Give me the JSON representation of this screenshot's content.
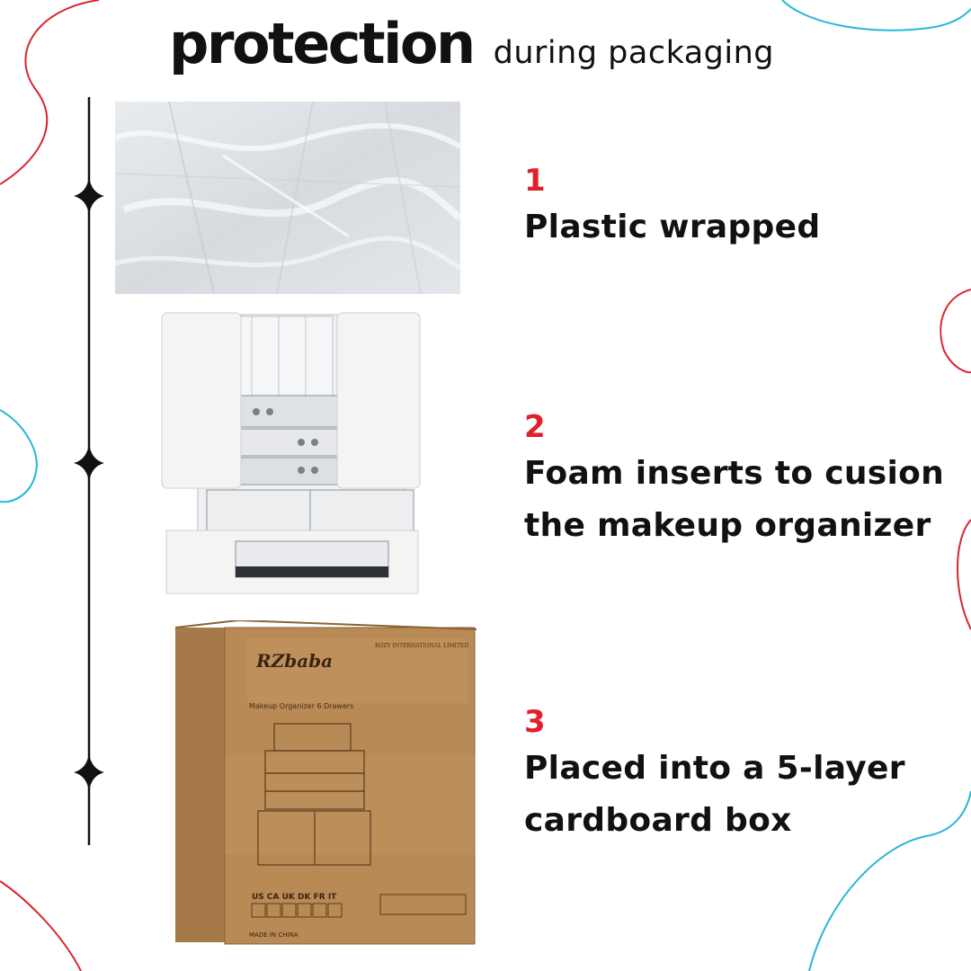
{
  "header": {
    "title_main": "protection",
    "title_sub": "during packaging"
  },
  "steps": [
    {
      "number": "1",
      "lines": [
        "Plastic wrapped"
      ]
    },
    {
      "number": "2",
      "lines": [
        "Foam inserts to cusion",
        "the makeup organizer"
      ]
    },
    {
      "number": "3",
      "lines": [
        "Placed into a 5-layer",
        "cardboard box"
      ]
    }
  ],
  "box_print": {
    "brand": "RZbaba",
    "company": "ROZY INTERNATIONAL LIMITED",
    "product": "Makeup Organizer 6 Drawers",
    "countries": "US CA UK DK FR IT",
    "origin": "MADE IN CHINA"
  },
  "colors": {
    "accent_red": "#e0202a",
    "accent_blue": "#27b6d8",
    "text": "#111111",
    "cardboard": "#b88a55"
  },
  "icons": [
    "sparkle-star-icon",
    "sparkle-star-icon",
    "sparkle-star-icon"
  ]
}
